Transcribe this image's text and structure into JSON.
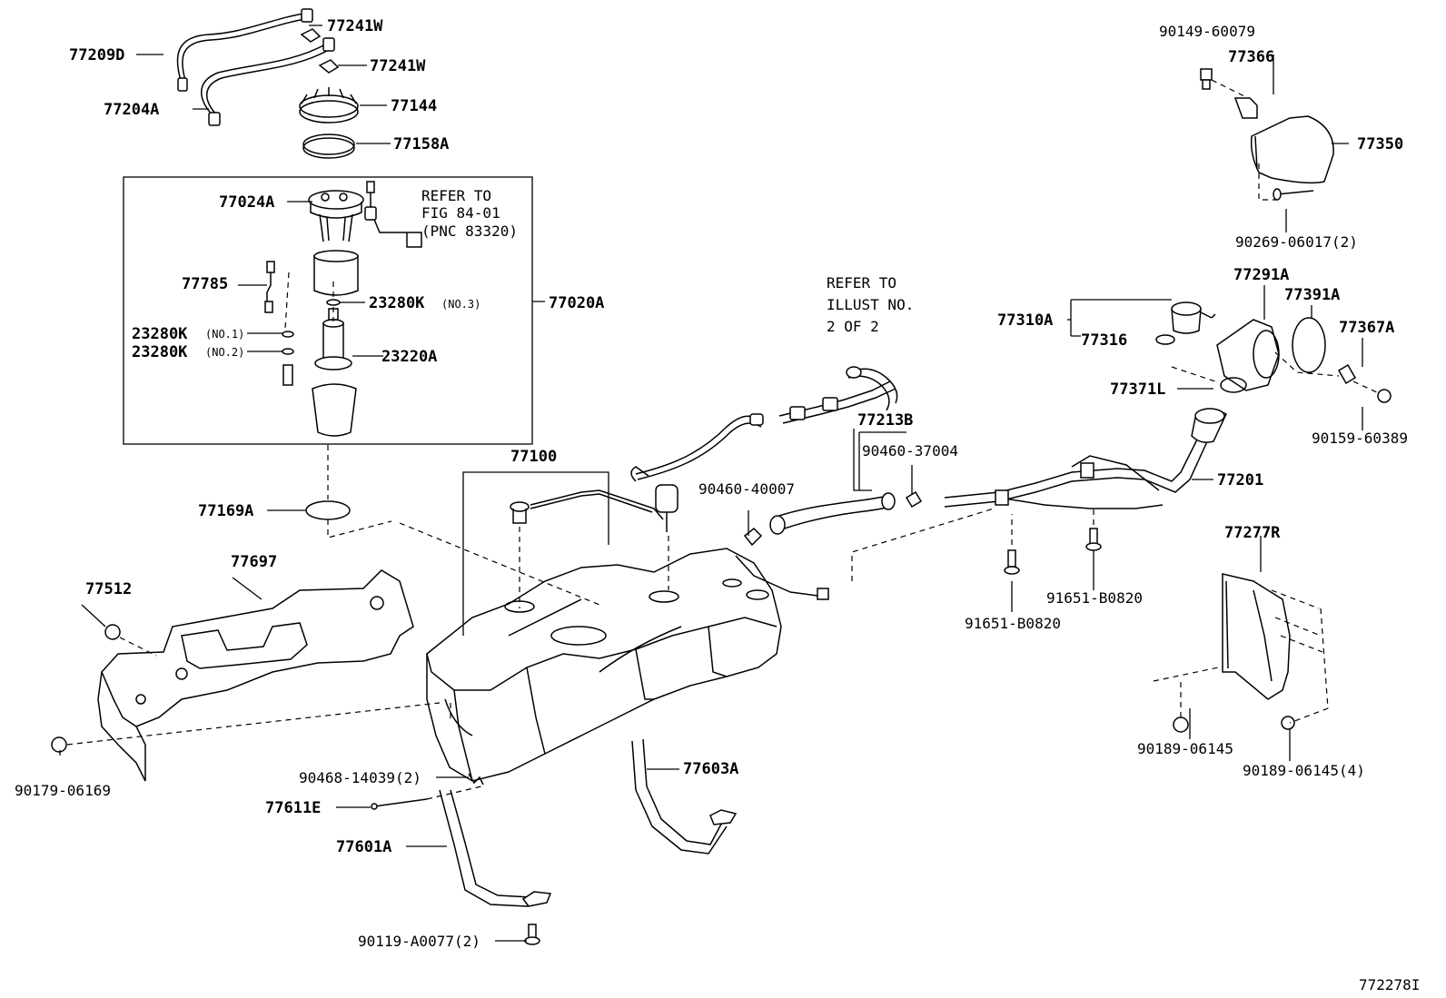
{
  "parts": {
    "p77209D": "77209D",
    "p77241W_1": "77241W",
    "p77241W_2": "77241W",
    "p77204A": "77204A",
    "p77144": "77144",
    "p77158A": "77158A",
    "p77024A": "77024A",
    "p77785": "77785",
    "p23280K_1": "23280K",
    "p23280K_1_note": "(NO.1)",
    "p23280K_2": "23280K",
    "p23280K_2_note": "(NO.2)",
    "p23280K_3": "23280K",
    "p23280K_3_note": "(NO.3)",
    "p23220A": "23220A",
    "p77020A": "77020A",
    "p77169A": "77169A",
    "p77100": "77100",
    "p77697": "77697",
    "p77512": "77512",
    "p90179": "90179-06169",
    "p90468": "90468-14039(2)",
    "p77611E": "77611E",
    "p77601A": "77601A",
    "p90119": "90119-A0077(2)",
    "p77603A": "77603A",
    "p90460_40007": "90460-40007",
    "p77213B": "77213B",
    "p90460_37004": "90460-37004",
    "p91651_1": "91651-B0820",
    "p91651_2": "91651-B0820",
    "p77201": "77201",
    "p77310A": "77310A",
    "p77316": "77316",
    "p77371L": "77371L",
    "p77291A": "77291A",
    "p77391A": "77391A",
    "p77367A": "77367A",
    "p90159": "90159-60389",
    "p90149": "90149-60079",
    "p77366": "77366",
    "p77350": "77350",
    "p90269": "90269-06017(2)",
    "p77277R": "77277R",
    "p90189_1": "90189-06145",
    "p90189_2": "90189-06145(4)"
  },
  "notes": {
    "refer1_l1": "REFER TO",
    "refer1_l2": "FIG 84-01",
    "refer1_l3": "(PNC 83320)",
    "refer2_l1": "REFER TO",
    "refer2_l2": "ILLUST NO.",
    "refer2_l3": "2 OF 2"
  },
  "figure_id": "772278I"
}
